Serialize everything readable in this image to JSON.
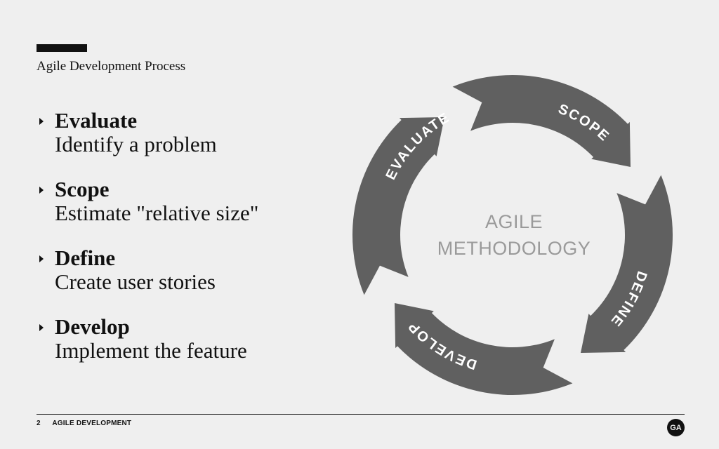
{
  "header": {
    "title": "Agile Development Process"
  },
  "steps": [
    {
      "term": "Evaluate",
      "description": "Identify a problem"
    },
    {
      "term": "Scope",
      "description": "Estimate \"relative size\""
    },
    {
      "term": "Define",
      "description": "Create user stories"
    },
    {
      "term": "Develop",
      "description": "Implement the feature"
    }
  ],
  "diagram": {
    "center_line1": "AGILE",
    "center_line2": "METHODOLOGY",
    "arrows": [
      "SCOPE",
      "DEFINE",
      "DEVELOP",
      "EVALUATE"
    ]
  },
  "footer": {
    "page_number": "2",
    "label": "AGILE DEVELOPMENT",
    "logo": "GA"
  },
  "colors": {
    "background": "#efefef",
    "arrow": "#606060",
    "center_text": "#9a9a9a",
    "arrow_text": "#ffffff"
  }
}
